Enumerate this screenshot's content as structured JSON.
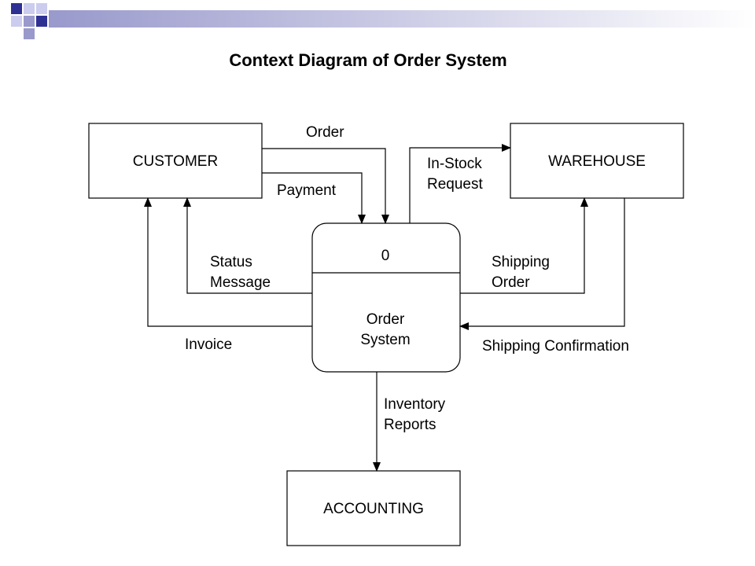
{
  "slide": {
    "title": "Context Diagram of Order System",
    "header_colors": {
      "dark": "#2e3192",
      "light": "#9999cc",
      "gradient_end": "#ffffff"
    }
  },
  "diagram": {
    "entities": {
      "customer": "CUSTOMER",
      "warehouse": "WAREHOUSE",
      "accounting": "ACCOUNTING"
    },
    "process": {
      "number": "0",
      "name_line1": "Order",
      "name_line2": "System"
    },
    "flows": {
      "order": "Order",
      "payment": "Payment",
      "in_stock_request_line1": "In-Stock",
      "in_stock_request_line2": "Request",
      "status_message_line1": "Status",
      "status_message_line2": "Message",
      "invoice": "Invoice",
      "shipping_order_line1": "Shipping",
      "shipping_order_line2": "Order",
      "shipping_confirmation": "Shipping Confirmation",
      "inventory_reports_line1": "Inventory",
      "inventory_reports_line2": "Reports"
    }
  }
}
